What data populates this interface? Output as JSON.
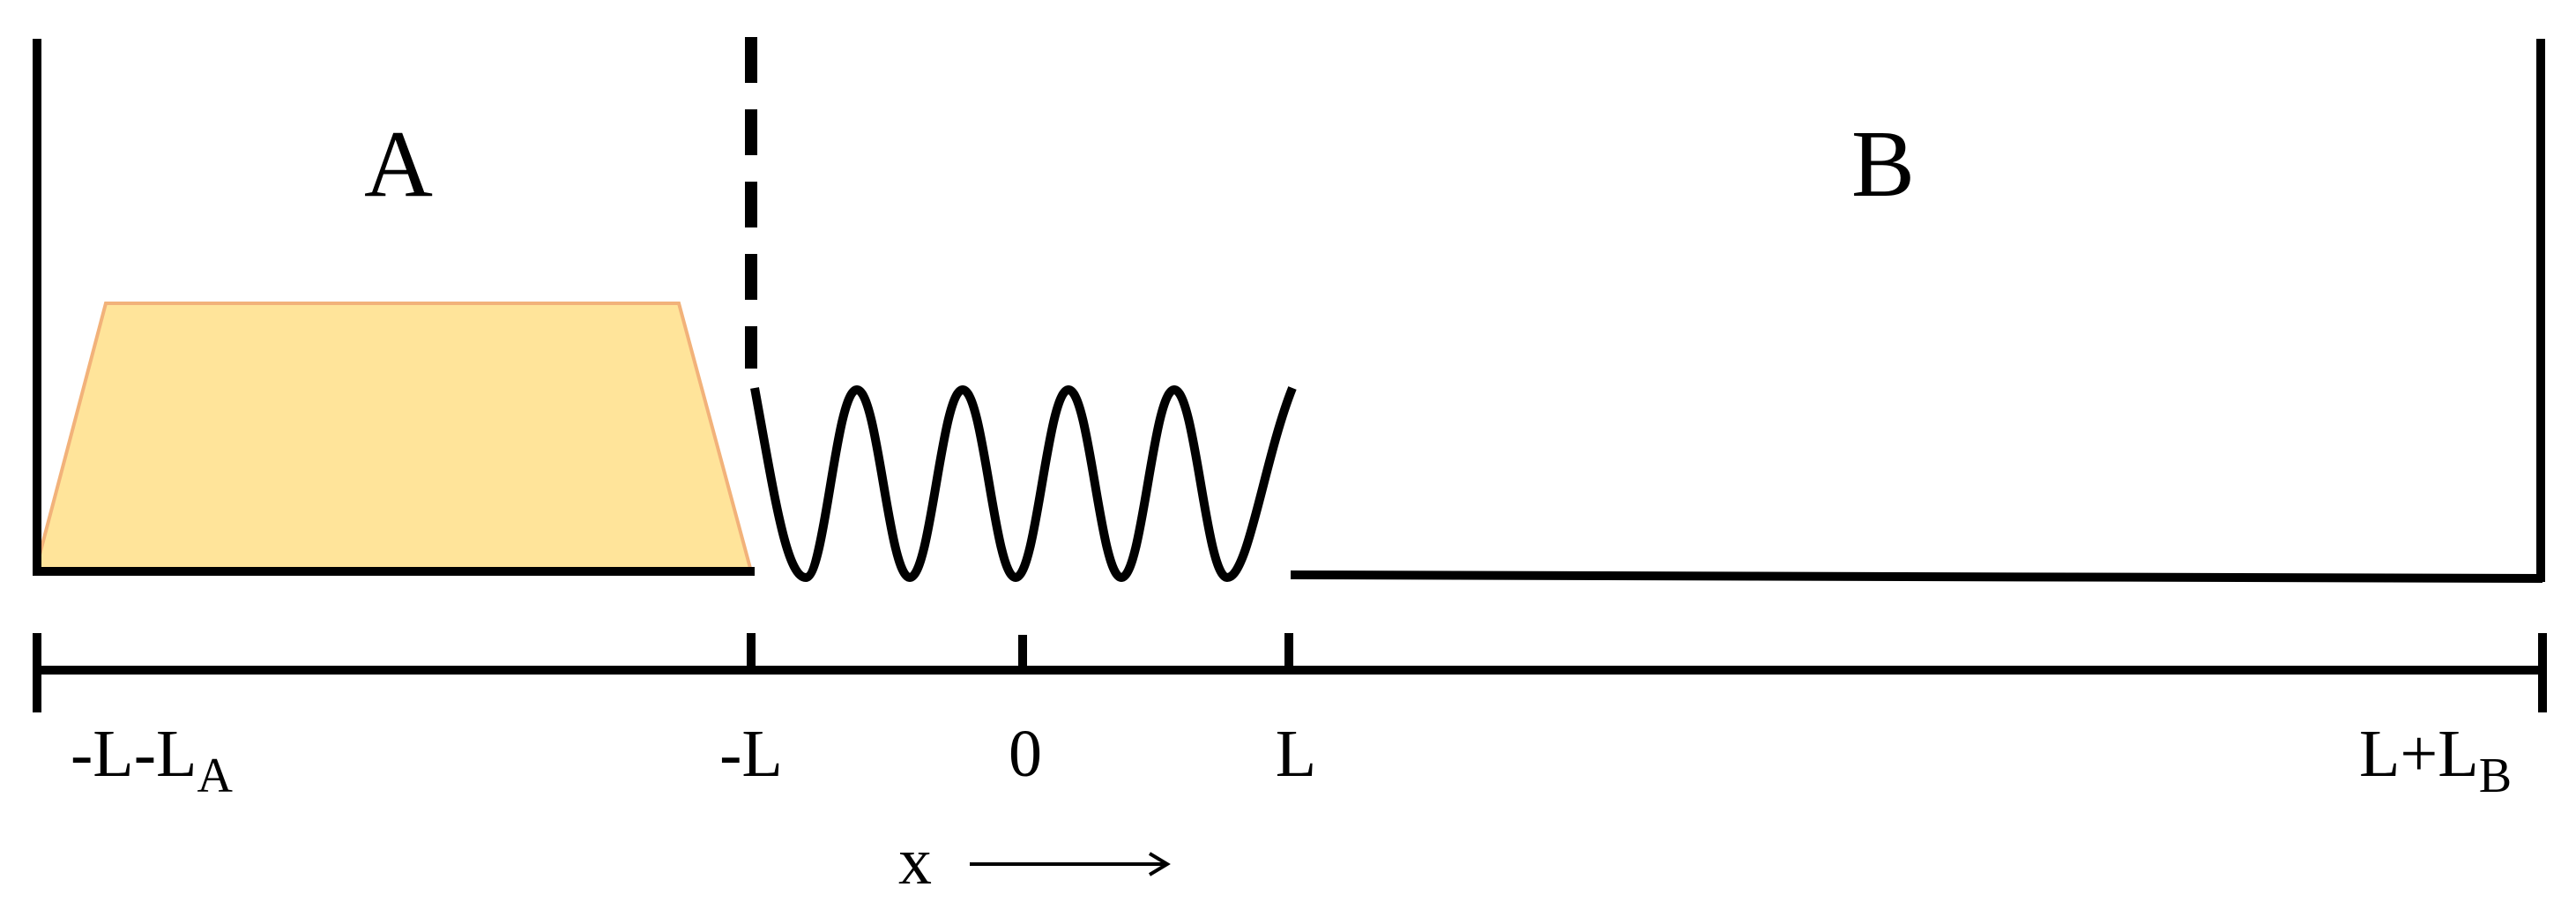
{
  "regions": {
    "left_label": "A",
    "right_label": "B"
  },
  "axis": {
    "ticks": {
      "left_end": {
        "main": "-L-L",
        "sub": "A"
      },
      "minus_l": "-L",
      "zero": "0",
      "plus_l": "L",
      "right_end": {
        "main": "L+L",
        "sub": "B"
      }
    },
    "variable_label": "x"
  },
  "colors": {
    "line": "#000000",
    "material_fill": "#FFE49A",
    "material_edge": "#F2B27A",
    "background": "#FFFFFF"
  }
}
